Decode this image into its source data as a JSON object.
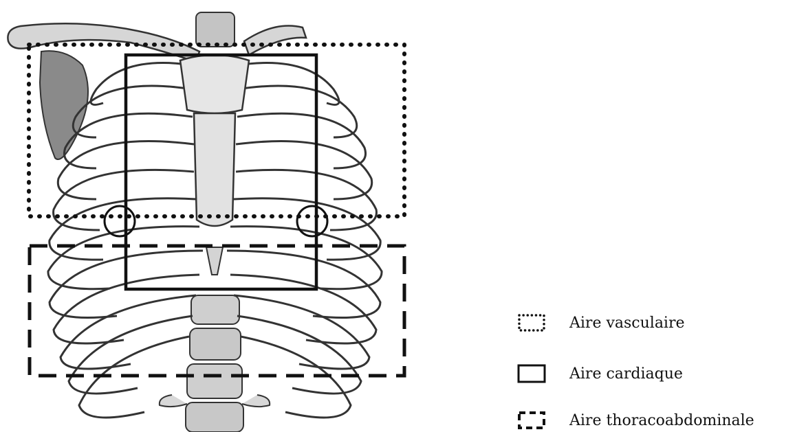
{
  "colors": {
    "background": "#ffffff",
    "outline": "#111111",
    "bone_light": "#e8e8e8",
    "bone_mid": "#c4c4c4",
    "bone_dark": "#6a6a6a"
  },
  "figure": {
    "subject": "rib cage anterior view",
    "regions": [
      {
        "id": "vascular",
        "style": "dotted"
      },
      {
        "id": "cardiac",
        "style": "solid"
      },
      {
        "id": "thoracoabdominal",
        "style": "dashed"
      }
    ],
    "markers": [
      {
        "id": "left-marker",
        "shape": "circle"
      },
      {
        "id": "right-marker",
        "shape": "circle"
      }
    ]
  },
  "legend": {
    "items": [
      {
        "style": "dotted",
        "label": "Aire vasculaire"
      },
      {
        "style": "solid",
        "label": "Aire cardiaque"
      },
      {
        "style": "dashed",
        "label": "Aire thoracoabdominale"
      }
    ]
  }
}
